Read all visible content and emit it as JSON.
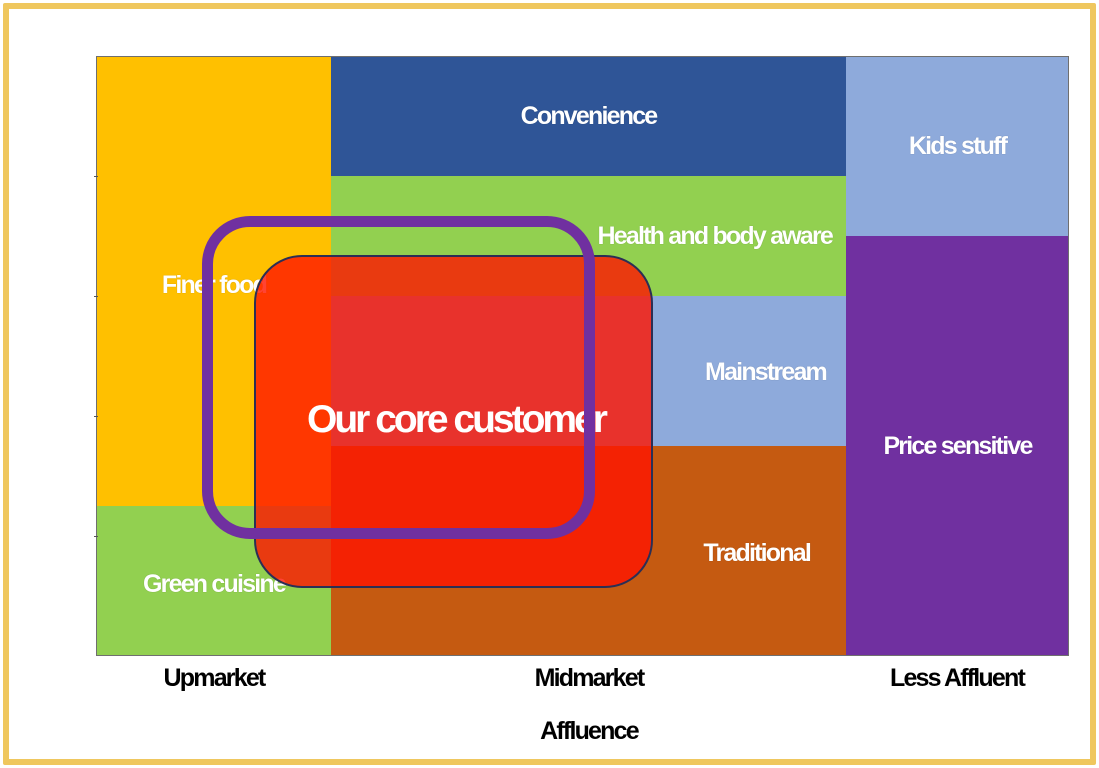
{
  "segments": {
    "finer_food": "Finer food",
    "green_cuisine": "Green cuisine",
    "convenience": "Convenience",
    "health_body_aware": "Health and body aware",
    "mainstream": "Mainstream",
    "traditional": "Traditional",
    "kids_stuff": "Kids stuff",
    "price_sensitive": "Price sensitive"
  },
  "core": {
    "label": "Our core customer"
  },
  "axis": {
    "title": "Affluence",
    "categories": [
      "Upmarket",
      "Midmarket",
      "Less Affluent"
    ]
  },
  "colors": {
    "frame": "#efc75e",
    "finer_food": "#ffc000",
    "green_cuisine": "#92d050",
    "convenience": "#2f5597",
    "health_body_aware": "#92d050",
    "mainstream": "#8eaadb",
    "traditional": "#c55a11",
    "kids_stuff": "#8eaadb",
    "price_sensitive": "#7030a0",
    "core_fill": "#ff1400",
    "focus_ring": "#7030a0"
  }
}
